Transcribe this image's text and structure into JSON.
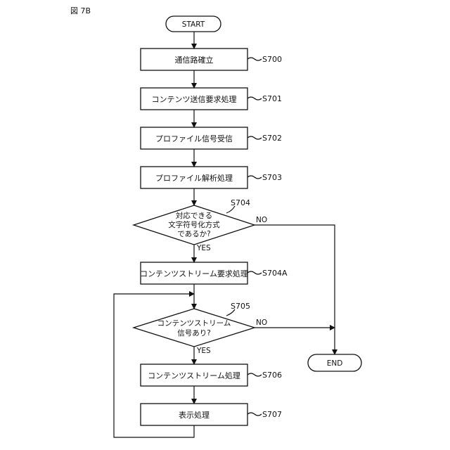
{
  "figure_label": "図 7B",
  "flowchart": {
    "start": "START",
    "end": "END",
    "steps": [
      {
        "label": "通信路確立",
        "code": "S700"
      },
      {
        "label": "コンテンツ送信要求処理",
        "code": "S701"
      },
      {
        "label": "プロファイル信号受信",
        "code": "S702"
      },
      {
        "label": "プロファイル解析処理",
        "code": "S703"
      },
      {
        "label": "コンテンツストリーム要求処理",
        "code": "S704A"
      },
      {
        "label": "コンテンツストリーム処理",
        "code": "S706"
      },
      {
        "label": "表示処理",
        "code": "S707"
      }
    ],
    "decisions": [
      {
        "code": "S704",
        "lines": [
          "対応できる",
          "文字符号化方式",
          "であるか?"
        ],
        "yes": "YES",
        "no": "NO"
      },
      {
        "code": "S705",
        "lines": [
          "コンテンツストリーム",
          "信号あり?"
        ],
        "yes": "YES",
        "no": "NO"
      }
    ]
  }
}
